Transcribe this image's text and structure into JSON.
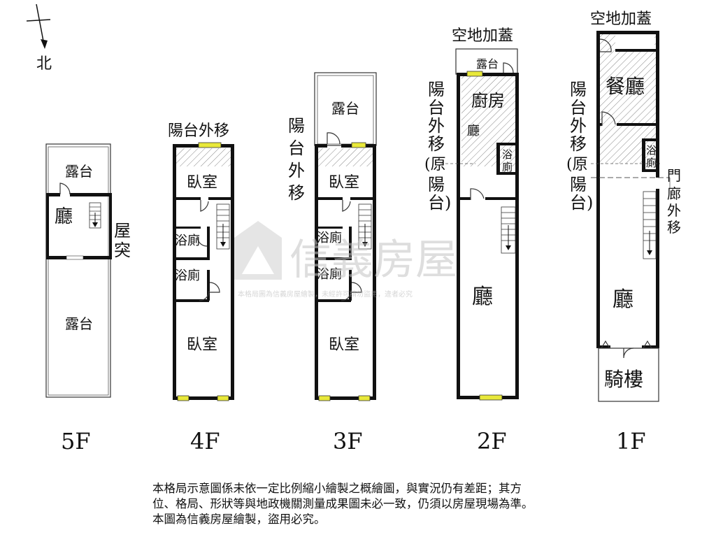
{
  "compass": {
    "label": "北"
  },
  "floors": [
    {
      "id": "5F",
      "label": "5F",
      "rooms": [
        "露台",
        "廳",
        "露台"
      ],
      "notes": [
        "屋",
        "突"
      ]
    },
    {
      "id": "4F",
      "label": "4F",
      "header": "陽台外移",
      "rooms": [
        "臥室",
        "浴廁",
        "浴廁",
        "臥室"
      ]
    },
    {
      "id": "3F",
      "label": "3F",
      "rooms": [
        "露台",
        "臥室",
        "浴廁",
        "浴廁",
        "臥室"
      ],
      "side_note": [
        "陽",
        "台",
        "外",
        "移"
      ]
    },
    {
      "id": "2F",
      "label": "2F",
      "header": "空地加蓋",
      "rooms": [
        "露台",
        "廚房",
        "廳",
        "浴",
        "廁",
        "廳"
      ],
      "side_note": [
        "陽",
        "台",
        "外",
        "移",
        "(原",
        "陽",
        "台)"
      ]
    },
    {
      "id": "1F",
      "label": "1F",
      "header": "空地加蓋",
      "rooms": [
        "餐廳",
        "浴",
        "廁",
        "廳",
        "騎樓"
      ],
      "side_note": [
        "陽",
        "台",
        "外",
        "移",
        "(原",
        "陽",
        "台)"
      ],
      "side_note2": [
        "門",
        "廊",
        "外",
        "移"
      ]
    }
  ],
  "watermark": {
    "brand": "信義房屋",
    "small": "本格局圖為信義房屋繪製，未經許可請勿盜用，違者必究"
  },
  "disclaimer": [
    "本格局示意圖係未依一定比例縮小繪製之概繪圖，與實況仍有差距；其方",
    "位、格局、形狀等與地政機關測量成果圖未必一致，仍須以房屋現場為準。",
    "本圖為信義房屋繪製，盜用必究。"
  ],
  "colors": {
    "wall": "#111111",
    "window": "#e8e83a",
    "hatch": "#888888",
    "watermark": "#c9c9c9"
  }
}
